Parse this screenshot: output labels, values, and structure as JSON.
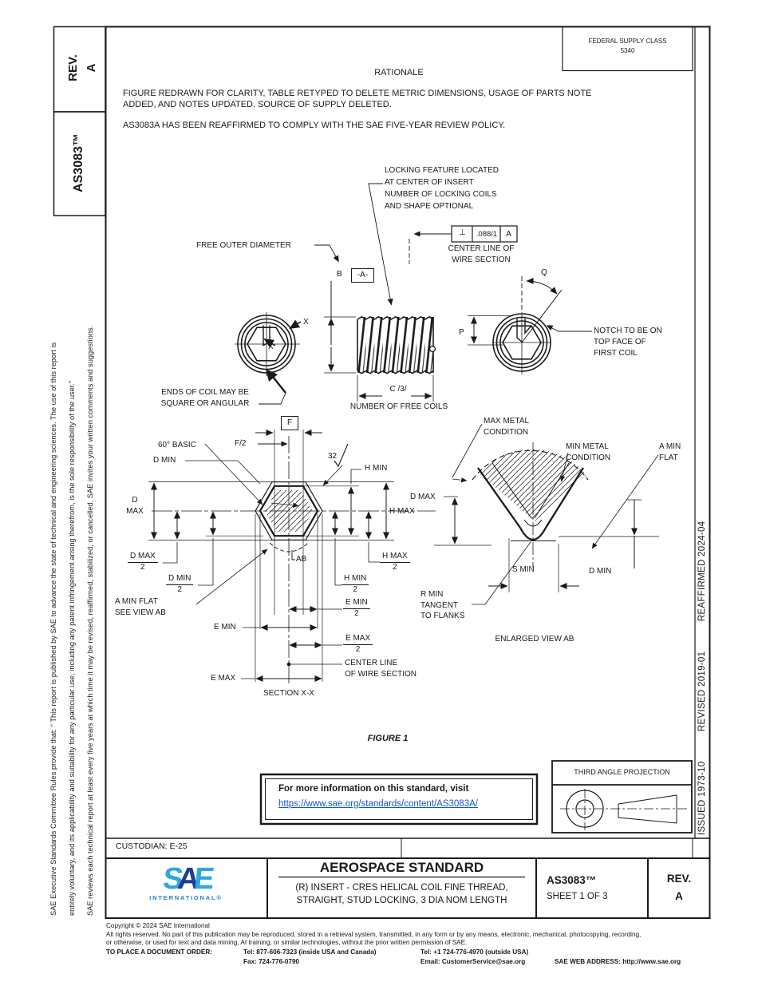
{
  "colors": {
    "link_blue": "#1155CC",
    "logo_light_blue": "#2FA8E0",
    "logo_navy": "#1C3E94"
  },
  "sidebar": {
    "rev_label": "REV.",
    "rev_value": "A",
    "doc_number": "AS3083™",
    "legal_line1": "SAE Executive Standards Committee Rules provide that: \" This report is published by SAE to advance the state of technical and engineering sciences. The use of this report is",
    "legal_line2": "entirely voluntary, and its applicability and suitability for any particular use, including any patent infringement arising therefrom, is the sole responsibility of the user.\"",
    "legal_line3": "SAE reviews each technical report at least every five years at which time it may be revised, reaffirmed, stabilized, or cancelled. SAE invites your written comments and suggestions."
  },
  "header": {
    "federal_supply_class_line1": "FEDERAL SUPPLY CLASS",
    "federal_supply_class_line2": "5340",
    "rationale_title": "RATIONALE",
    "rationale_p1_line1": "FIGURE REDRAWN FOR CLARITY, TABLE RETYPED TO DELETE METRIC DIMENSIONS, USAGE OF PARTS NOTE",
    "rationale_p1_line2": "ADDED, AND NOTES UPDATED. SOURCE OF SUPPLY DELETED.",
    "rationale_p2": "AS3083A HAS BEEN REAFFIRMED TO COMPLY WITH THE SAE FIVE-YEAR REVIEW POLICY."
  },
  "revision_strip": {
    "issued": "ISSUED 1973-10",
    "revised": "REVISED 2019-01",
    "reaffirmed": "REAFFIRMED 2024-04"
  },
  "figure": {
    "caption": "FIGURE 1",
    "labels": {
      "locking_line1": "LOCKING FEATURE LOCATED",
      "locking_line2": "AT CENTER OF INSERT",
      "locking_line3": "NUMBER OF LOCKING COILS",
      "locking_line4": "AND SHAPE OPTIONAL",
      "free_outer_diameter": "FREE OUTER DIAMETER",
      "fcf_perpendicular": "⊥",
      "fcf_tolerance": ".088/1",
      "fcf_datum": "A",
      "centerline_wire_line1": "CENTER LINE OF",
      "centerline_wire_line2": "WIRE SECTION",
      "dim_b": "B",
      "datum_a": "-A-",
      "angle_q": "Q",
      "dim_p": "P",
      "notch_line1": "NOTCH TO BE ON",
      "notch_line2": "TOP FACE OF",
      "notch_line3": "FIRST COIL",
      "section_x": "X",
      "ends_line1": "ENDS OF COIL MAY BE",
      "ends_line2": "SQUARE OR ANGULAR",
      "dim_c": "C /3/",
      "number_free_coils": "NUMBER OF FREE COILS",
      "dim_f": "F",
      "dim_f2": "F/2",
      "basic_60": "60° BASIC",
      "finish_32": "32",
      "d_min": "D MIN",
      "d_max_line1": "D",
      "d_max_line2": "MAX",
      "h_min": "H MIN",
      "h_max": "H MAX",
      "frac_denominator": "2",
      "view_ab": "AB",
      "a_min_flat_line1": "A MIN FLAT",
      "a_min_flat_line2": "SEE VIEW AB",
      "e_min": "E MIN",
      "e_max": "E MAX",
      "centerline_wire2_line1": "CENTER LINE",
      "centerline_wire2_line2": "OF WIRE SECTION",
      "section_title": "SECTION X-X",
      "max_metal_line1": "MAX METAL",
      "max_metal_line2": "CONDITION",
      "min_metal_line1": "MIN METAL",
      "min_metal_line2": "CONDITION",
      "a_min_line1": "A MIN",
      "a_min_line2": "FLAT",
      "d_max_ev": "D MAX",
      "d_min_ev": "D MIN",
      "s_min": "S MIN",
      "r_min_line1": "R MIN",
      "r_min_line2": "TANGENT",
      "r_min_line3": "TO FLANKS",
      "enlarged_view": "ENLARGED VIEW AB"
    }
  },
  "info_box": {
    "text": "For more information on this standard, visit",
    "link": "https://www.sae.org/standards/content/AS3083A/"
  },
  "projection": {
    "label": "THIRD ANGLE PROJECTION"
  },
  "custodian": {
    "label": "CUSTODIAN: E-25"
  },
  "title_block": {
    "standard_type": "AEROSPACE STANDARD",
    "subtitle_line1": "(R) INSERT - CRES HELICAL COIL FINE THREAD,",
    "subtitle_line2": "STRAIGHT, STUD LOCKING, 3 DIA NOM LENGTH",
    "document_number": "AS3083™",
    "sheet": "SHEET 1 OF 3",
    "rev_label": "REV.",
    "rev_value": "A",
    "logo": {
      "s": "S",
      "a": "A",
      "e": "E",
      "sub": "INTERNATIONAL®"
    }
  },
  "footer": {
    "copyright": "Copyright © 2024 SAE International",
    "rights_line1": "All rights reserved. No part of this publication may be reproduced, stored in a retrieval system, transmitted, in any form or by any means, electronic, mechanical, photocopying, recording,",
    "rights_line2": "or otherwise, or used for text and data mining, AI training, or similar technologies, without the prior written permission of SAE.",
    "order_label": "TO PLACE A DOCUMENT ORDER:",
    "tel_domestic": "Tel: 877-606-7323 (inside USA and Canada)",
    "tel_international": "Tel: +1 724-776-4970 (outside USA)",
    "fax": "Fax: 724-776-0790",
    "email": "Email: CustomerService@sae.org",
    "web": "SAE WEB ADDRESS: http://www.sae.org"
  }
}
